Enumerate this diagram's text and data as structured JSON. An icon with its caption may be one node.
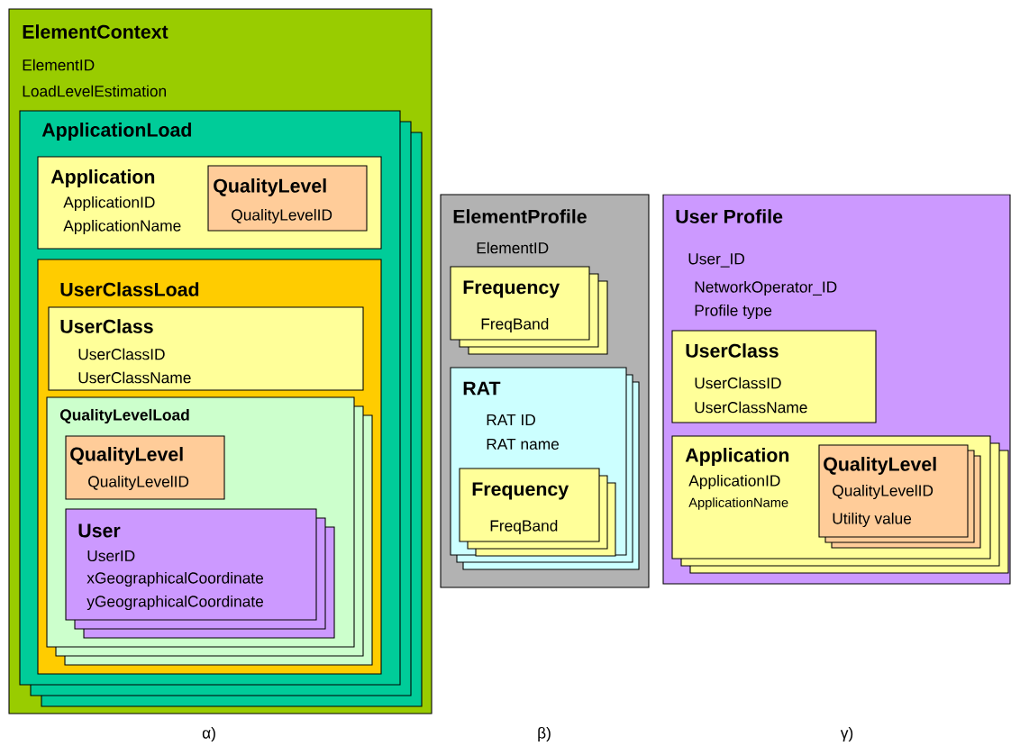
{
  "diagram": {
    "nodes": [
      {
        "text": [
          "ElementContext",
          "ElementID",
          "LoadLevelEstimation"
        ]
      },
      {
        "text": [
          "ApplicationLoad"
        ],
        "in": 0
      },
      {
        "text": [
          "Application",
          "ApplicationID",
          "ApplicationName"
        ],
        "in": 1
      },
      {
        "text": [
          "QualityLevel",
          "QualityLevelID"
        ],
        "in": 2
      },
      {
        "text": [
          "UserClassLoad"
        ],
        "in": 1
      },
      {
        "text": [
          "UserClass",
          "UserClassID",
          "UserClassName"
        ],
        "in": 4
      },
      {
        "text": [
          "QualityLevelLoad"
        ],
        "in": 4
      },
      {
        "text": [
          "QualityLevel",
          "QualityLevelID"
        ],
        "in": 6
      },
      {
        "text": [
          "User",
          "UserID",
          "xGeographicalCoordinate",
          "yGeographicalCoordinate"
        ],
        "in": 6
      },
      {
        "text": [
          "ElementProfile",
          "ElementID"
        ]
      },
      {
        "text": [
          "Frequency",
          "FreqBand"
        ],
        "in": 9
      },
      {
        "text": [
          "RAT",
          "RAT ID",
          "RAT name"
        ],
        "in": 9
      },
      {
        "text": [
          "Frequency",
          "FreqBand"
        ],
        "in": 11
      },
      {
        "text": [
          "User Profile",
          "User_ID",
          "NetworkOperator_ID",
          "Profile type"
        ]
      },
      {
        "text": [
          "UserClass",
          "UserClassID",
          "UserClassName"
        ],
        "in": 13
      },
      {
        "text": [
          "Application",
          "ApplicationID",
          "ApplicationName"
        ],
        "in": 13
      },
      {
        "text": [
          "QualityLevel",
          "QualityLevelID",
          "Utility value"
        ],
        "in": 15
      }
    ],
    "labels": [
      "α)",
      "β)",
      "γ)"
    ]
  }
}
